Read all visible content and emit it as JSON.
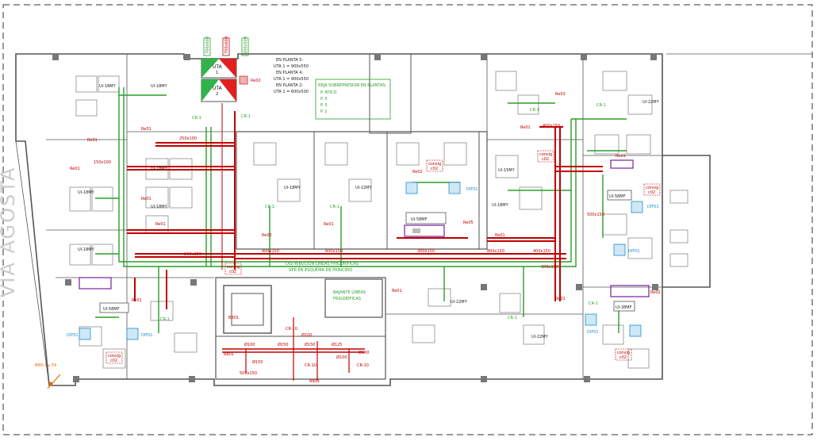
{
  "street": {
    "text": "VIA AGOSTA"
  },
  "notes": {
    "uta_lines": [
      "EN PLANTA 5:",
      "UTA 1 = 900x550",
      "EN PLANTA 4:",
      "UTA 1 = 900x550",
      "EN PLANTA 2:",
      "UTA 1 = 600x500"
    ],
    "riser_title": "REJA SOBREPRESION EN PLANTAS:",
    "riser_items": [
      "P. ÁTICO",
      "P. 5",
      "P. 3",
      "P. 1"
    ],
    "distribution": [
      "DISTRIBUCIÓN LÍNEAS FRIGORÍFICAS",
      "VER EN ESQUEMA DE PRINCIPIO"
    ],
    "bajante": [
      "BAJANTE LÍNEAS",
      "FRIGORÍFICAS"
    ]
  },
  "uta": {
    "label_a": "UTA",
    "label_b": "UTA",
    "num_a": "1",
    "num_b": "2"
  },
  "top_vents": [
    "700x600",
    "700x600",
    "600x500"
  ],
  "units": {
    "ui58_center": "UI-58MF",
    "ui58_left": "UI-58MF",
    "ui58_right": "UI-38MF",
    "ui58_right_top": "UI-58MF"
  },
  "small_units": [
    "UI-18MY",
    "UI-18MY",
    "UI-18MY",
    "UI-18MY",
    "UI-18MY",
    "UI-18MY",
    "UI-18MY",
    "UI-22MY",
    "UI-22MY",
    "UI-15MY",
    "UI-18MY",
    "UI-22MY",
    "UI-22MY"
  ],
  "labels_red": [
    "Re01",
    "Re01",
    "Re01",
    "Re01",
    "Re01",
    "Re02",
    "Re01",
    "Re01",
    "Re01",
    "Re02",
    "Re03",
    "Re01",
    "Re02",
    "Re02",
    "Re03",
    "Re05",
    "Re01",
    "Re01"
  ],
  "labels_cr": [
    "CR-1",
    "CR-1",
    "CR-1",
    "CR-1",
    "CR-1",
    "CR-1",
    "CR-1",
    "CR-1",
    "CR-1"
  ],
  "ducts": [
    "150x100",
    "250x100",
    "200x150",
    "400x150",
    "600x150",
    "300x150",
    "400x150",
    "300x150",
    "500x150",
    "400x150",
    "800x150"
  ],
  "ducts_bath": [
    "Ø100",
    "Ø150",
    "Ø150",
    "Ø125",
    "Ø100",
    "Ø100",
    "Ø150",
    "Ø100",
    "500x150",
    "BB01",
    "BB01",
    "BB01",
    "CR-10",
    "CR-10",
    "CR-10"
  ],
  "diffusers": [
    "DIF01",
    "DIF01",
    "DIF01",
    "DIF01",
    "DIF01",
    "DIF01"
  ],
  "consignas": [
    "consig",
    "c02",
    "consig",
    "c02",
    "consig",
    "c02",
    "consig",
    "c02",
    "consig",
    "c02",
    "consig",
    "c02"
  ],
  "bms": "BMS Cu 54",
  "colors": {
    "red": "#c00000",
    "green": "#2a9d2a",
    "cyan": "#1890c8",
    "purple": "#7a1fa0",
    "wall": "#555555",
    "dash": "#333333"
  }
}
